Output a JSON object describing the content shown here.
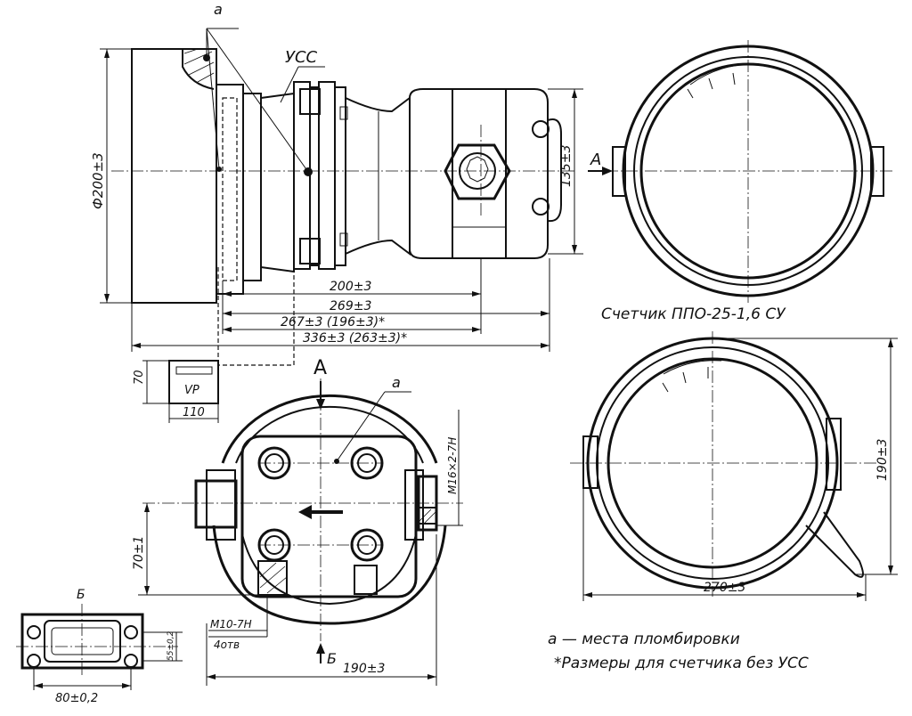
{
  "labels": {
    "seal_mark_top": "a",
    "seal_mark_bottom": "a",
    "filter_label": "УСС",
    "view_a_top": "A",
    "view_a_front": "A",
    "view_b_label": "Б",
    "view_b_detail": "Б",
    "device_box_label": "VP"
  },
  "dimensions": {
    "diameter": "Ф200±3",
    "height_right": "135±3",
    "d_200": "200±3",
    "d_269": "269±3",
    "d_267": "267±3 (196±3)*",
    "d_336": "336±3 (263±3)*",
    "box_70": "70",
    "box_110": "110",
    "thread_top": "M16×2-7H",
    "d_70_1": "70±1",
    "thread_bottom_1": "M10-7H",
    "thread_bottom_2": "4отв",
    "d_190_bottom": "190±3",
    "flange_width": "80±0,2",
    "flange_height": "55±0,2",
    "d_190_right": "190±3",
    "d_270": "270±3"
  },
  "captions": {
    "counter_name": "Счетчик ППО-25-1,6 СУ",
    "legend_a": "a — места пломбировки",
    "legend_note": "*Размеры для счетчика без УСС"
  },
  "colors": {
    "ink": "#111111",
    "paper": "#ffffff"
  }
}
